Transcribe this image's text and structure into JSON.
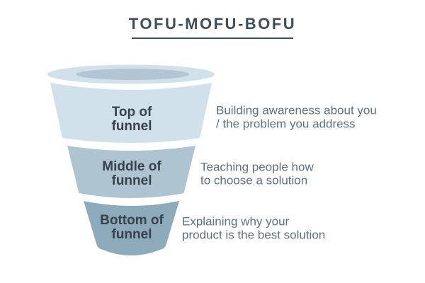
{
  "title": "TOFU-MOFU-BOFU",
  "colors": {
    "title": "#3d4e5c",
    "underline": "#3d4e5c",
    "section_label": "#39424b",
    "description_text": "#5c7080",
    "funnel_top": "#d0e1eb",
    "funnel_middle": "#aec4d1",
    "funnel_bottom": "#8dabba",
    "funnel_opening": "#b3c5d3",
    "background": "#ffffff"
  },
  "funnel": {
    "sections": [
      {
        "name": "Top of funnel",
        "label_line1": "Top of",
        "label_line2": "funnel",
        "color": "#d0e1eb",
        "description_line1": "Building awareness about you",
        "description_line2": "/ the problem you address"
      },
      {
        "name": "Middle of funnel",
        "label_line1": "Middle of",
        "label_line2": "funnel",
        "color": "#aec4d1",
        "description_line1": "Teaching people how",
        "description_line2": "to choose a solution"
      },
      {
        "name": "Bottom of funnel",
        "label_line1": "Bottom of",
        "label_line2": "funnel",
        "color": "#8dabba",
        "description_line1": "Explaining why your",
        "description_line2": "product is the best solution"
      }
    ]
  }
}
